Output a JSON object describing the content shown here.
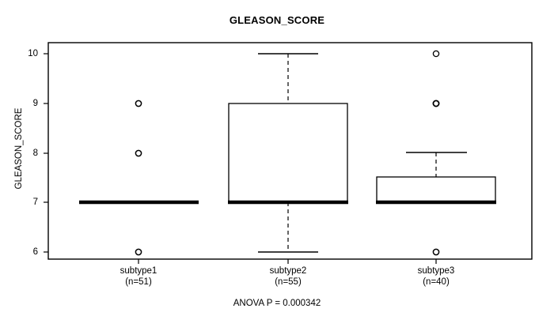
{
  "chart_data": {
    "type": "box",
    "title": "GLEASON_SCORE",
    "xlabel": "",
    "ylabel": "GLEASON_SCORE",
    "ylim": [
      5.78,
      10.22
    ],
    "yticks": [
      6,
      7,
      8,
      9,
      10
    ],
    "ytick_labels": [
      "6",
      "7",
      "8",
      "9",
      "10"
    ],
    "grid": false,
    "legend": "none",
    "annotation": "ANOVA P = 0.000342",
    "categories": [
      "subtype1",
      "subtype2",
      "subtype3"
    ],
    "counts": [
      "(n=51)",
      "(n=55)",
      "(n=40)"
    ],
    "boxes": [
      {
        "name": "subtype1",
        "n": 51,
        "whisker_low": 7,
        "q1": 7,
        "median": 7,
        "q3": 7,
        "whisker_high": 7,
        "outliers": [
          6,
          8,
          9
        ]
      },
      {
        "name": "subtype2",
        "n": 55,
        "whisker_low": 6,
        "q1": 7,
        "median": 7,
        "q3": 9,
        "whisker_high": 10,
        "outliers": []
      },
      {
        "name": "subtype3",
        "n": 40,
        "whisker_low": 7,
        "q1": 7,
        "median": 7,
        "q3": 7.5,
        "whisker_high": 8,
        "outliers": [
          6,
          9,
          10
        ]
      }
    ]
  },
  "title": "GLEASON_SCORE",
  "axes": {
    "y_label": "GLEASON_SCORE",
    "y_ticks": [
      {
        "label": "10"
      },
      {
        "label": "9"
      },
      {
        "label": "8"
      },
      {
        "label": "7"
      },
      {
        "label": "6"
      }
    ],
    "x_ticks": [
      {
        "label": "subtype1",
        "count": "(n=51)"
      },
      {
        "label": "subtype2",
        "count": "(n=55)"
      },
      {
        "label": "subtype3",
        "count": "(n=40)"
      }
    ]
  },
  "footnote": "ANOVA P = 0.000342",
  "colors": {
    "frame": "#000000",
    "box_stroke": "#000000",
    "median": "#000000",
    "background": "#ffffff"
  }
}
